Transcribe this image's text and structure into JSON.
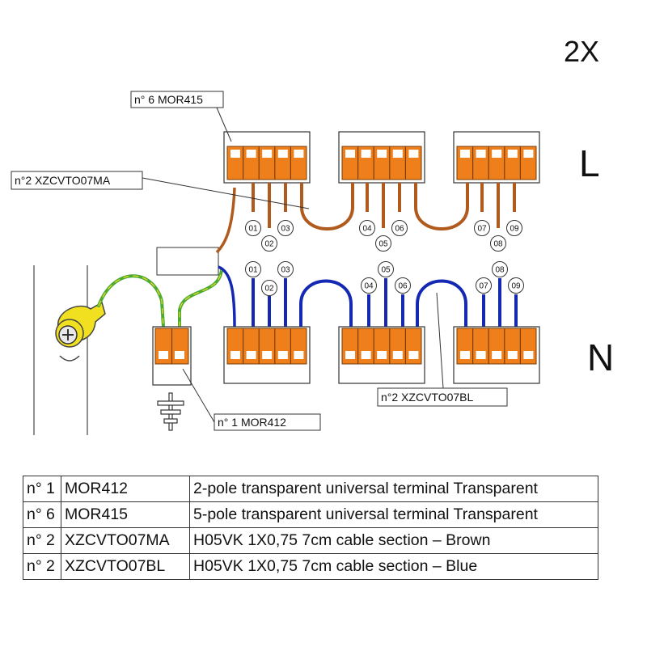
{
  "quantity": "2X",
  "phase_labels": {
    "line": "L",
    "neutral": "N"
  },
  "callouts": {
    "mor415": "n° 6 MOR415",
    "xzcvto07ma": "n°2 XZCVTO07MA",
    "xzcvto07bl": "n°2 XZCVTO07BL",
    "mor412": "n° 1 MOR412"
  },
  "wire_numbers_L": [
    "01",
    "02",
    "03",
    "04",
    "05",
    "06",
    "07",
    "08",
    "09"
  ],
  "wire_numbers_N": [
    "01",
    "02",
    "03",
    "04",
    "05",
    "06",
    "07",
    "08",
    "09"
  ],
  "colors": {
    "terminal_orange": "#ef7f1a",
    "cable_brown": "#b05a1e",
    "cable_blue": "#1428b4",
    "earth_green": "#4caa32",
    "earth_yellow": "#f0e020"
  },
  "parts_table": [
    {
      "qty": "n° 1",
      "code": "MOR412",
      "desc": "2-pole transparent universal terminal Transparent"
    },
    {
      "qty": "n° 6",
      "code": "MOR415",
      "desc": "5-pole transparent universal terminal Transparent"
    },
    {
      "qty": "n° 2",
      "code": "XZCVTO07MA",
      "desc": "H05VK 1X0,75 7cm cable section – Brown"
    },
    {
      "qty": "n° 2",
      "code": "XZCVTO07BL",
      "desc": "H05VK 1X0,75 7cm cable section – Blue"
    }
  ]
}
